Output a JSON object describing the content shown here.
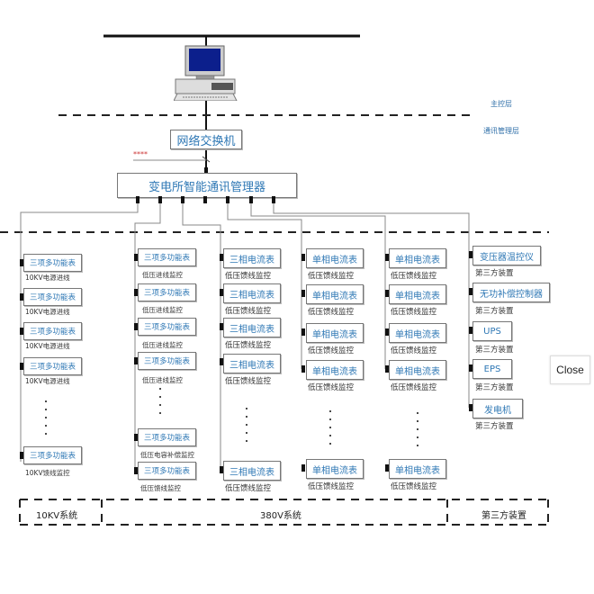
{
  "layers": {
    "main_control": "主控层",
    "comm_management": "通讯管理层"
  },
  "network_switch": "网络交换机",
  "comm_manager": "变电所智能通讯管理器",
  "annotation_marker": "****",
  "columns": [
    {
      "items": [
        {
          "device": "三项多功能表",
          "desc": "10KV电源进线"
        },
        {
          "device": "三项多功能表",
          "desc": "10KV电源进线"
        },
        {
          "device": "三项多功能表",
          "desc": "10KV电源进线"
        },
        {
          "device": "三项多功能表",
          "desc": "10KV电源进线"
        }
      ],
      "last": {
        "device": "三项多功能表",
        "desc": "10KV馈线监控"
      }
    },
    {
      "items": [
        {
          "device": "三项多功能表",
          "desc": "低压进线监控"
        },
        {
          "device": "三项多功能表",
          "desc": "低压进线监控"
        },
        {
          "device": "三项多功能表",
          "desc": "低压进线监控"
        },
        {
          "device": "三项多功能表",
          "desc": "低压进线监控"
        }
      ],
      "last_two": [
        {
          "device": "三项多功能表",
          "desc": "低压电容补偿监控"
        },
        {
          "device": "三项多功能表",
          "desc": "低压馈线监控"
        }
      ]
    },
    {
      "items": [
        {
          "device": "三相电流表",
          "desc": "低压馈线监控"
        },
        {
          "device": "三相电流表",
          "desc": "低压馈线监控"
        },
        {
          "device": "三相电流表",
          "desc": "低压馈线监控"
        },
        {
          "device": "三相电流表",
          "desc": "低压馈线监控"
        }
      ],
      "last": {
        "device": "三相电流表",
        "desc": "低压馈线监控"
      }
    },
    {
      "items": [
        {
          "device": "单相电流表",
          "desc": "低压馈线监控"
        },
        {
          "device": "单相电流表",
          "desc": "低压馈线监控"
        },
        {
          "device": "单相电流表",
          "desc": "低压馈线监控"
        },
        {
          "device": "单相电流表",
          "desc": "低压馈线监控"
        }
      ],
      "last": {
        "device": "单相电流表",
        "desc": "低压馈线监控"
      }
    },
    {
      "items": [
        {
          "device": "单相电流表",
          "desc": "低压馈线监控"
        },
        {
          "device": "单相电流表",
          "desc": "低压馈线监控"
        },
        {
          "device": "单相电流表",
          "desc": "低压馈线监控"
        },
        {
          "device": "单相电流表",
          "desc": "低压馈线监控"
        }
      ],
      "last": {
        "device": "单相电流表",
        "desc": "低压馈线监控"
      }
    },
    {
      "items": [
        {
          "device": "变压器温控仪",
          "desc": "第三方装置"
        },
        {
          "device": "无功补偿控制器",
          "desc": "第三方装置"
        },
        {
          "device": "UPS",
          "desc": "第三方装置"
        },
        {
          "device": "EPS",
          "desc": "第三方装置"
        },
        {
          "device": "发电机",
          "desc": "第三方装置"
        }
      ]
    }
  ],
  "systems": {
    "kv10": "10KV系统",
    "v380": "380V系统",
    "third_party": "第三方装置"
  },
  "close_button": "Close"
}
